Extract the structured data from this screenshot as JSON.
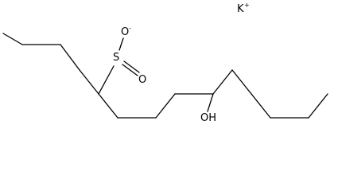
{
  "molecule": {
    "counter_ion": {
      "symbol": "K",
      "charge": "+"
    },
    "sulfonate": {
      "sulfur": "S",
      "oxygen_top": "O",
      "oxygen_top_charge": "-",
      "oxygen_right": "O"
    },
    "hydroxyl": "OH"
  },
  "colors": {
    "ink": "#000000",
    "background": "#ffffff"
  }
}
